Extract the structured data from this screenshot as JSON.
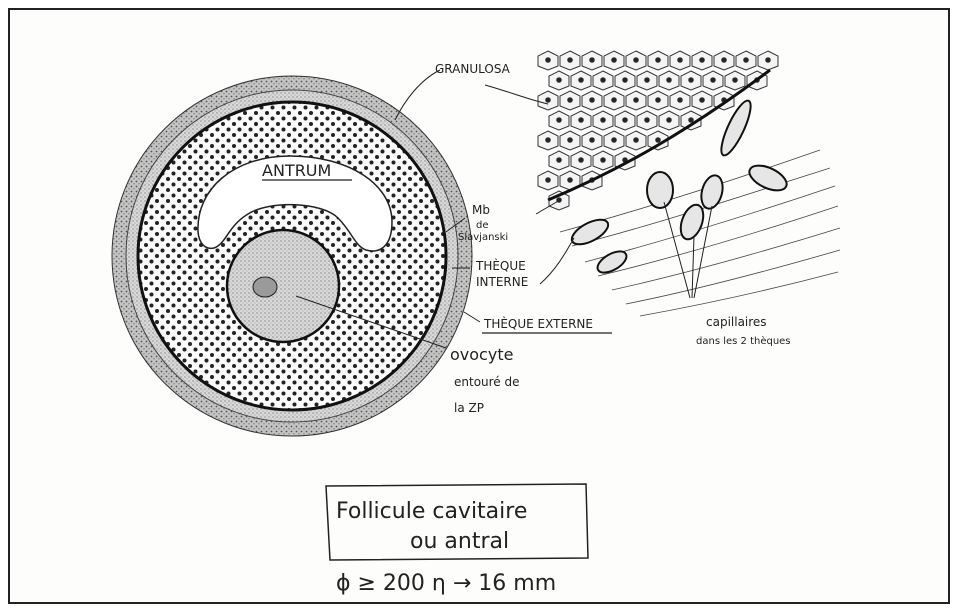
{
  "labels": {
    "granulosa": "GRANULOSA",
    "antrum": "ANTRUM",
    "membrane_line1": "Mb",
    "membrane_line2": "de",
    "membrane_line3": "Slavjanski",
    "theque_interne_1": "THÈQUE",
    "theque_interne_2": "INTERNE",
    "theque_externe": "THÈQUE EXTERNE",
    "ovocyte": "ovocyte",
    "ovocyte_sub1": "entouré de",
    "ovocyte_sub2": "la ZP",
    "capillaires_1": "capillaires",
    "capillaires_2": "dans les 2 thèques"
  },
  "caption": {
    "line1": "Follicule cavitaire",
    "line2": "ou antral"
  },
  "size_note": "ϕ ≥ 200 η → 16 mm",
  "colors": {
    "ink": "#222222",
    "theque_fill": "#bdbdbd",
    "oocyte_fill": "#cfcfcf"
  }
}
